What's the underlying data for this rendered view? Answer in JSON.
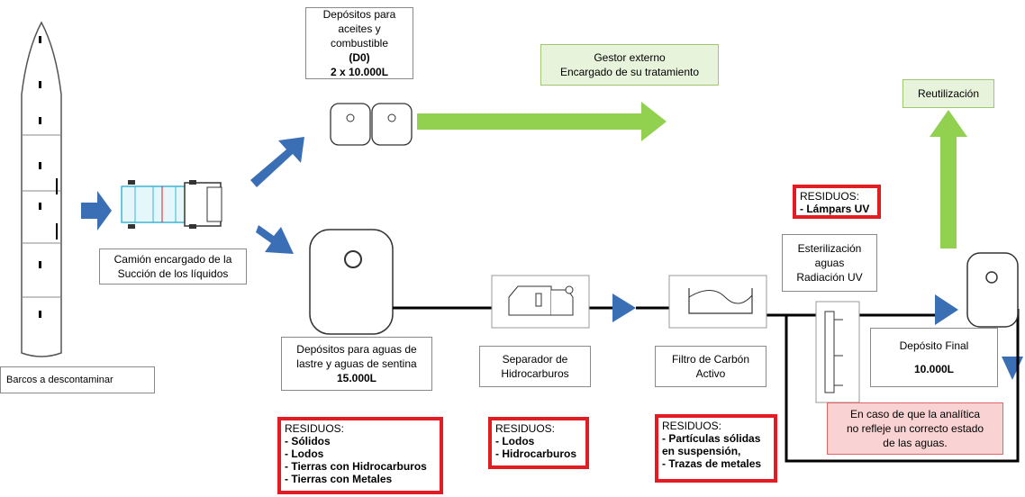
{
  "ship": {
    "label": "Barcos a descontaminar"
  },
  "truck": {
    "label_1": "Camión encargado de la",
    "label_2": "Succión de los líquidos"
  },
  "oil_tanks": {
    "title_1": "Depósitos para",
    "title_2": "aceites y combustible",
    "code": "(D0)",
    "capacity": "2 x 10.000L"
  },
  "external_manager": {
    "line_1": "Gestor externo",
    "line_2": "Encargado de su tratamiento"
  },
  "reuse": {
    "label": "Reutilización"
  },
  "ballast_tank": {
    "line_1": "Depósitos para aguas de",
    "line_2": "lastre  y aguas de sentina",
    "capacity": "15.000L"
  },
  "separator": {
    "line_1": "Separador de",
    "line_2": "Hidrocarburos"
  },
  "carbon_filter": {
    "line_1": "Filtro de Carbón",
    "line_2": "Activo"
  },
  "uv_sterilization": {
    "line_1": "Esterilización",
    "line_2": "aguas",
    "line_3": "Radiación  UV"
  },
  "final_tank": {
    "title": "Depósito Final",
    "capacity": "10.000L"
  },
  "recirculation_note": {
    "line_1": "En caso de que la analítica",
    "line_2": "no refleje un correcto estado",
    "line_3": "de las aguas."
  },
  "residues": {
    "header": "RESIDUOS:",
    "ballast": [
      "- Sólidos",
      "- Lodos",
      "- Tierras con Hidrocarburos",
      "- Tierras con Metales"
    ],
    "separator": [
      "- Lodos",
      "- Hidrocarburos"
    ],
    "filter": [
      "- Partículas sólidas",
      "en suspensión,",
      "- Trazas de metales"
    ],
    "uv": [
      "- Lámpars UV"
    ]
  },
  "colors": {
    "blue_arrow": "#3a6fb6",
    "green_arrow": "#92d050",
    "residue_border": "#e31c23"
  }
}
